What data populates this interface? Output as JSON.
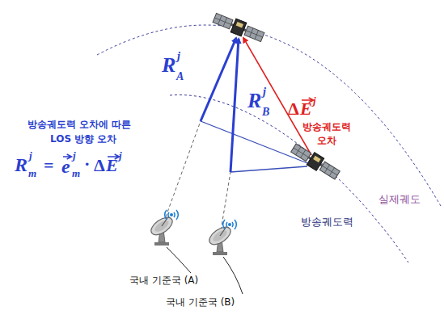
{
  "diagram": {
    "labels": [
      "R",
      "A",
      "j",
      "R",
      "B",
      "j",
      "Δ",
      "E",
      "j",
      "방송궤도력",
      "오차",
      "방송궤도력 오차에 따른",
      "LOS 방향 오차",
      "R",
      "m",
      "j",
      "=",
      "e",
      "m",
      "j",
      "·",
      "Δ",
      "E",
      "j",
      "실제궤도",
      "방송궤도력",
      "국내 기준국 (A)",
      "국내 기준국 (B)"
    ]
  }
}
